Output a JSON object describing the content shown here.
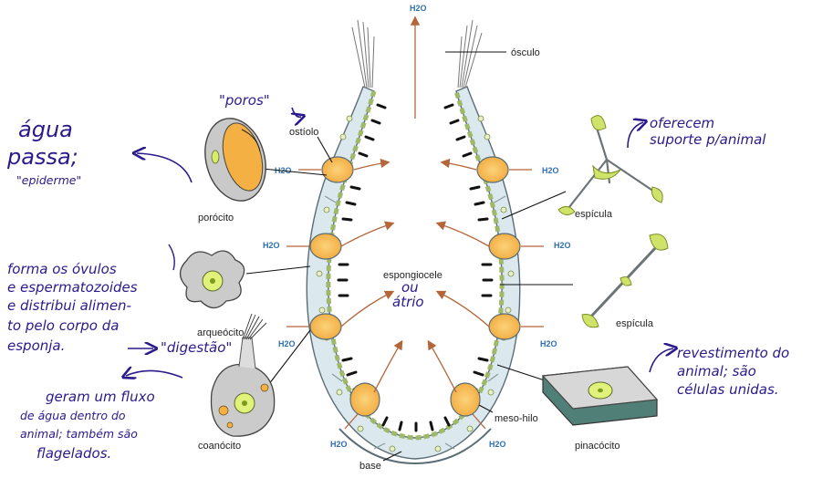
{
  "labels": {
    "osculo": "ósculo",
    "ostiolo": "ostíolo",
    "porocito": "porócito",
    "espicula_top": "espícula",
    "espicula_bottom": "espícula",
    "espongiocele": "espongiocele",
    "arqueocito": "arqueócito",
    "coanocito": "coanócito",
    "meso_hilo": "meso-hilo",
    "pinacocito": "pinacócito",
    "base": "base",
    "h2o": "H2O"
  },
  "annotations": {
    "poros": "\"poros\"",
    "agua_1": "água",
    "agua_2": "passa;",
    "agua_3": "\"epiderme\"",
    "espiculas_1": "oferecem",
    "espiculas_2": "suporte p/animal",
    "arqueocito_1": "forma os óvulos",
    "arqueocito_2": "e espermatozoides",
    "arqueocito_3": "e distribui alimen-",
    "arqueocito_4": "to pelo corpo da",
    "arqueocito_5": "esponja.",
    "digestao": "\"digestão\"",
    "atrio_1": "ou",
    "atrio_2": "átrio",
    "coanocito_1": "geram um fluxo",
    "coanocito_2": "de água dentro do",
    "coanocito_3": "animal; também são",
    "coanocito_4": "flagelados.",
    "pinacocito_1": "revestimento do",
    "pinacocito_2": "animal; são",
    "pinacocito_3": "células unidas."
  },
  "colors": {
    "ink": "#2a1a8c",
    "water": "#2f6fb3",
    "flow_arrow": "#b5653a",
    "wall": "#dbe9ee",
    "wall_stroke": "#5a6d75",
    "pore": "#f7b955",
    "spicule": "#cfe26a",
    "cell_gray": "#c9c9c9",
    "pinacocyte": "#5f8f86"
  }
}
